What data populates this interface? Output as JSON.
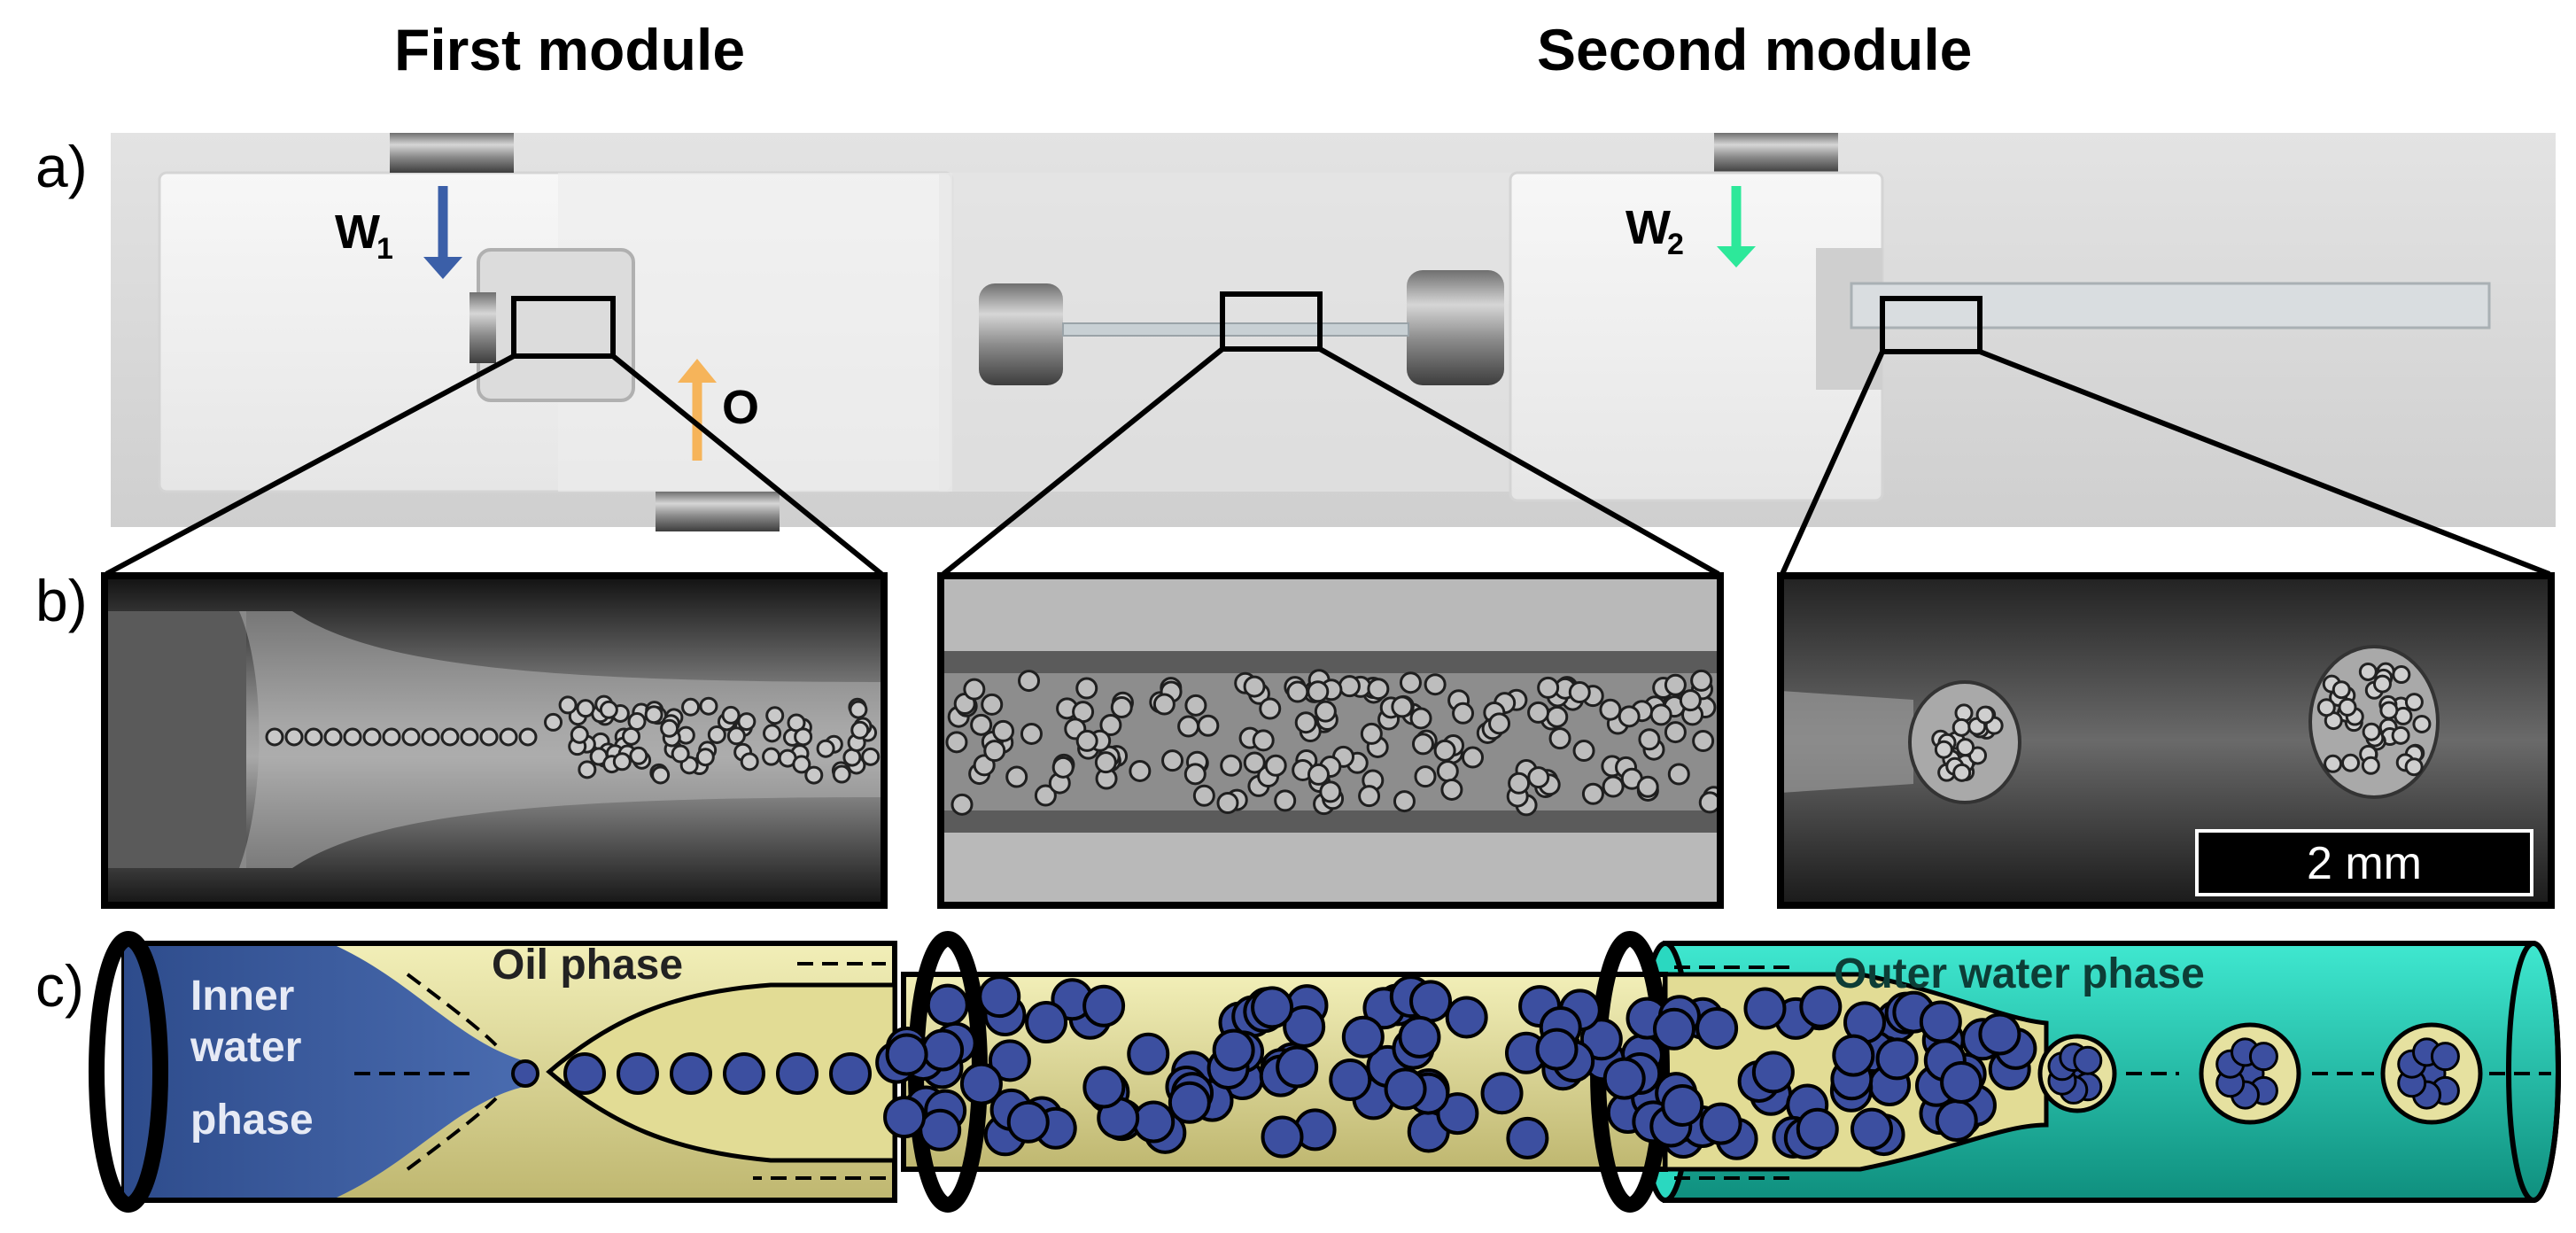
{
  "headers": {
    "first": "First module",
    "second": "Second module"
  },
  "panels": {
    "a": "a)",
    "b": "b)",
    "c": "c)"
  },
  "photo": {
    "w1_main": "W",
    "w1_sub": "1",
    "w2_main": "W",
    "w2_sub": "2",
    "oil_label": "O",
    "w1_arrow_color": "#3b5fa8",
    "w2_arrow_color": "#2de89a",
    "oil_arrow_color": "#f6b45a"
  },
  "micrographs": {
    "scale_bar": "2 mm"
  },
  "schematic": {
    "inner_water_line1": "Inner",
    "inner_water_line2": "water",
    "inner_water_line3": "phase",
    "oil_phase": "Oil phase",
    "outer_water": "Outer water phase",
    "colors": {
      "inner_water": "#3a5a9c",
      "oil": "#e8e4a3",
      "outer_water": "#28d7bf",
      "droplet": "#3c4fa0"
    }
  }
}
